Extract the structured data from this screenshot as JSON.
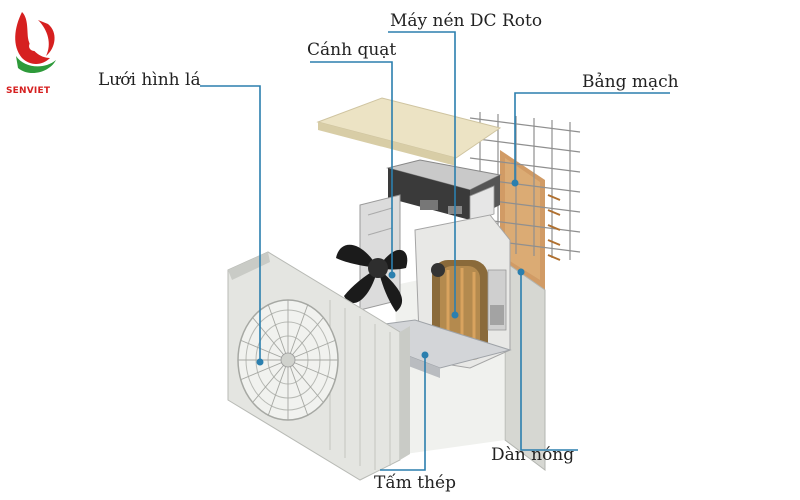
{
  "brand": {
    "name": "SENVIET",
    "logo_colors": {
      "red": "#d62020",
      "green": "#2e9a3a"
    }
  },
  "callouts": {
    "compressor": "Máy nén DC Roto",
    "fan_blade": "Cánh quạt",
    "leaf_grille": "Lưới hình lá",
    "circuit_board": "Bảng mạch",
    "condenser": "Dàn nóng",
    "steel_plate": "Tấm thép"
  },
  "colors": {
    "callout_line": "#2b7fae",
    "casing": "#e4e5e1",
    "casing_shadow": "#c9cbc6",
    "top_panel": "#ece3c4",
    "compressor": "#8a6a3a",
    "coil_copper": "#c98a4a",
    "fan": "#1b1b1b"
  },
  "icons": {
    "logo": "senviet-lotus-icon"
  }
}
